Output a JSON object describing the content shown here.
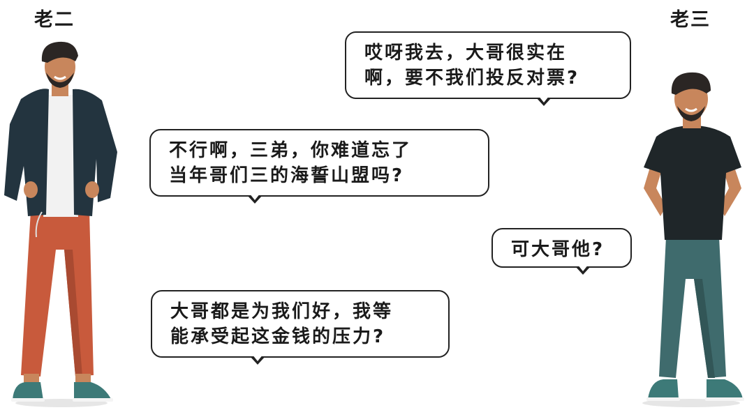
{
  "characters": {
    "left_name": "老二",
    "right_name": "老三"
  },
  "bubbles": [
    {
      "lines": [
        "哎呀我去，大哥很实在",
        "啊，要不我们投反对票?"
      ]
    },
    {
      "lines": [
        "不行啊，三弟，你难道忘了",
        "当年哥们三的海誓山盟吗?"
      ]
    },
    {
      "lines": [
        "可大哥他?"
      ]
    },
    {
      "lines": [
        "大哥都是为我们好，我等",
        "能承受起这金钱的压力?"
      ]
    }
  ],
  "colors": {
    "jacket": "#23343f",
    "shirt_left": "#f2f2f2",
    "pants_left": "#c85a3c",
    "skin": "#c8865c",
    "hair": "#2b2624",
    "shirt_right": "#1f2629",
    "pants_right": "#3f6b6d",
    "shoes": "#3d7a78"
  }
}
